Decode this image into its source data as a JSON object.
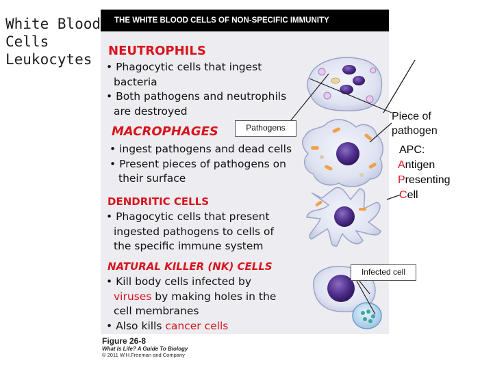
{
  "slide_title": [
    "White Blood",
    "Cells",
    "Leukocytes"
  ],
  "figure_header": "THE WHITE BLOOD CELLS OF NON-SPECIFIC IMMUNITY",
  "neutrophils": {
    "heading": "NEUTROPHILS",
    "lines": [
      "• Phagocytic cells that ingest",
      "  bacteria",
      "• Both pathogens and neutrophils",
      "  are destroyed"
    ]
  },
  "macrophages": {
    "heading": "MACROPHAGES",
    "pathogens_label": "Pathogens",
    "lines": [
      "• ingest  pathogens and dead cells",
      "• Present pieces of pathogens on",
      "   their surface"
    ]
  },
  "dendritic": {
    "heading": "DENDRITIC CELLS",
    "lines": [
      "• Phagocytic cells that present",
      "  ingested pathogens to cells of",
      "  the specific immune system"
    ]
  },
  "nk": {
    "heading": "NATURAL KILLER (NK) CELLS",
    "line1": "• Kill body cells infected by",
    "line2_red": "  viruses",
    "line2_rest": " by making holes in the",
    "line3": "  cell membranes",
    "line4_pre": "• Also kills ",
    "line4_red": "cancer cells"
  },
  "piece_of_pathogen": [
    "Piece of",
    "pathogen"
  ],
  "apc": [
    {
      "first": "APC:",
      "rest": ""
    },
    {
      "first": "A",
      "rest": "ntigen"
    },
    {
      "first": "P",
      "rest": "resenting"
    },
    {
      "first": "C",
      "rest": "ell"
    }
  ],
  "infected_cell_label": "Infected cell",
  "caption": {
    "figure": "Figure 26-8",
    "book": "What Is Life? A Guide To Biology",
    "copyright": "© 2011 W.H.Freeman and Company"
  },
  "colors": {
    "accent_red": "#d8141c",
    "figure_bg": "#ececf1",
    "cell_purple": "#4a2c86",
    "pathogen_orange": "#f0a24a"
  }
}
